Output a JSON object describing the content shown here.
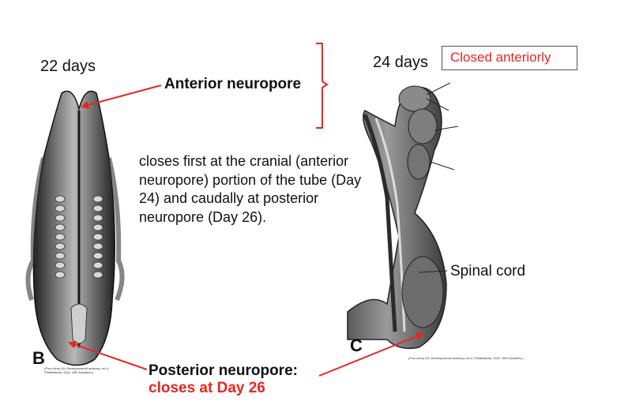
{
  "left": {
    "age": "22 days",
    "panel": "B",
    "credit": "(From Arey LB: Developmental anatomy, ed 4. Philadelphia, 1941, WB Saunders.)"
  },
  "right": {
    "age": "24 days",
    "panel": "C",
    "credit": "(From Arey LB: Developmental anatomy, ed 4. Philadelphia, 1941, WB Saunders.)",
    "closed_note": "Closed anteriorly",
    "spinal_label": "Spinal cord"
  },
  "anterior_label": "Anterior neuropore",
  "description": "closes first at the cranial (anterior neuropore) portion of the tube (Day 24) and caudally at posterior neuropore (Day 26).",
  "posterior": {
    "label": "Posterior neuropore:",
    "closes": "closes at  Day 26"
  },
  "colors": {
    "accent": "#e8261f",
    "embryo_dark": "#2b2b2b",
    "embryo_mid": "#7a7a7a"
  }
}
